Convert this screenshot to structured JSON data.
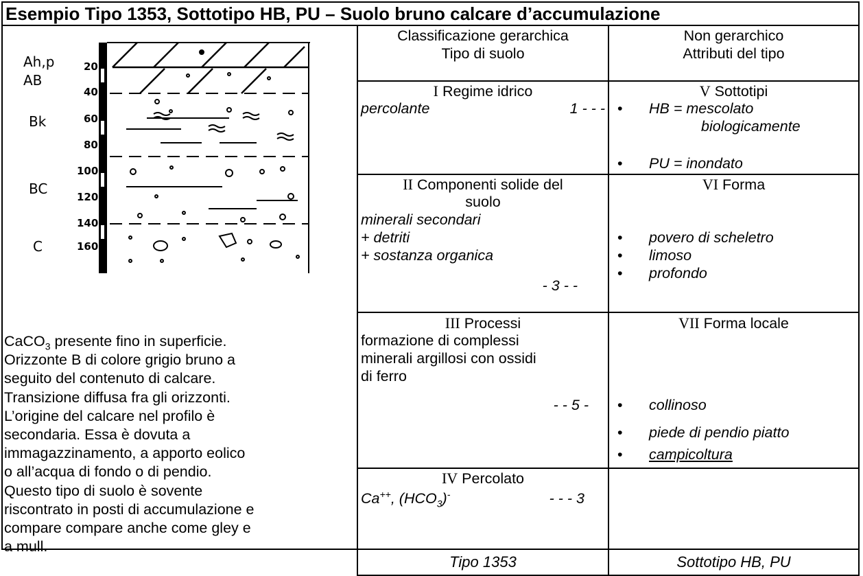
{
  "title": "Esempio Tipo 1353, Sottotipo HB, PU – Suolo bruno calcare d’accumulazione",
  "profile": {
    "horizons": [
      "Ah,p",
      "AB",
      "Bk",
      "BC",
      "C"
    ],
    "depths": [
      "20",
      "40",
      "60",
      "80",
      "100",
      "120",
      "140",
      "160"
    ]
  },
  "description_lines": [
    "presente fino in superficie.",
    "Orizzonte B di colore grigio bruno a",
    "seguito del contenuto di calcare.",
    "Transizione diffusa fra gli orizzonti.",
    "L’origine del calcare nel profilo è",
    "secondaria. Essa è dovuta a",
    "immagazzinamento, a apporto eolico",
    "o all’acqua di fondo o di pendio.",
    "Questo tipo di suolo è sovente",
    "riscontrato in posti di accumulazione e",
    "compare compare anche come gley e",
    "a mull."
  ],
  "description_formula": {
    "base": "CaCO",
    "sub": "3"
  },
  "headers": {
    "left": [
      "Classificazione gerarchica",
      "Tipo di suolo"
    ],
    "right": [
      "Non gerarchico",
      "Attributi del tipo"
    ]
  },
  "left_sections": {
    "s1": {
      "numeral": "I",
      "title": "Regime idrico",
      "value": "percolante",
      "code": "1 - - -"
    },
    "s2": {
      "numeral": "II",
      "title_lines": [
        "Componenti solide del",
        "suolo"
      ],
      "items": [
        "minerali secondari",
        "+ detriti",
        "+ sostanza organica"
      ],
      "code": "- 3 - -"
    },
    "s3": {
      "numeral": "III",
      "title": "Processi",
      "lines": [
        "formazione di complessi",
        "minerali argillosi con ossidi",
        "di ferro"
      ],
      "code": "- - 5 -"
    },
    "s4": {
      "numeral": "IV",
      "title": "Percolato",
      "value_base1": "Ca",
      "value_sup1": "++",
      "value_mid": ", (HCO",
      "value_sub": "3",
      "value_end": ")",
      "value_sup2": "-",
      "code": "- - - 3"
    }
  },
  "right_sections": {
    "s5": {
      "numeral": "V",
      "title": "Sottotipi",
      "items": [
        "HB = mescolato",
        "biologicamente",
        "PU = inondato"
      ]
    },
    "s6": {
      "numeral": "VI",
      "title": "Forma",
      "items": [
        "povero di scheletro",
        "limoso",
        "profondo"
      ]
    },
    "s7": {
      "numeral": "VII",
      "title": "Forma locale",
      "items": [
        "collinoso",
        "piede di pendio piatto",
        "campicoltura"
      ]
    }
  },
  "footer": {
    "left": "Tipo 1353",
    "right": "Sottotipo HB, PU"
  },
  "bullet_char": "•"
}
